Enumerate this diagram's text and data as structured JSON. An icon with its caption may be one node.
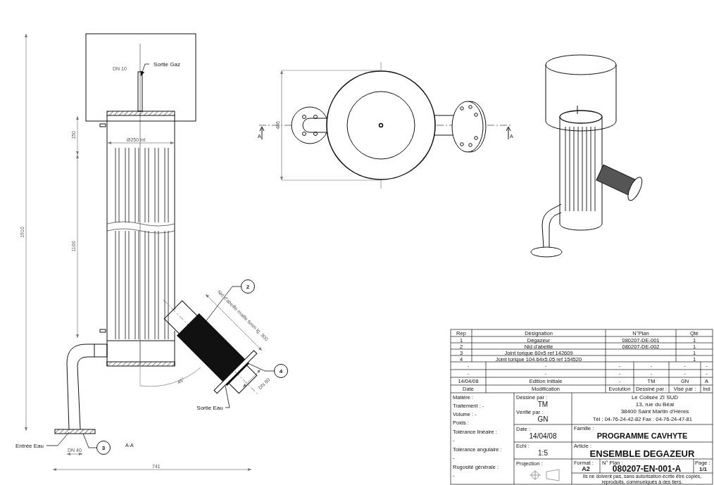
{
  "diagram": {
    "nodes": [
      {
        "text": [
          "Sortie Gaz"
        ]
      },
      {
        "text": [
          "2"
        ]
      },
      {
        "text": [
          "4"
        ]
      },
      {
        "text": [
          "Sortie Eau"
        ]
      },
      {
        "text": [
          "Entrée Eau"
        ]
      },
      {
        "text": [
          "3"
        ]
      }
    ],
    "edges": [
      {
        "from": 0,
        "to": null,
        "arrow": "to"
      },
      {
        "from": 1,
        "to": null,
        "arrow": "none"
      },
      {
        "from": 2,
        "to": null,
        "arrow": "none"
      },
      {
        "from": 3,
        "to": null,
        "arrow": "none"
      },
      {
        "from": 4,
        "to": null,
        "arrow": "none"
      },
      {
        "from": 5,
        "to": null,
        "arrow": "none"
      }
    ],
    "labels": [
      "DN 10",
      "150",
      "Ø250 int",
      "1100",
      "1910",
      "Nid d'abeille maille 6mm lg. 300",
      "45°",
      "DN 80",
      "DN 40",
      "A-A",
      "741",
      "486",
      "A",
      "A",
      "Rep",
      "Désignation",
      "N°Plan",
      "Qté",
      "1",
      "Dégazeur",
      "080207-DE-001",
      "1",
      "2",
      "Nid d'abeille",
      "080207-DE-002",
      "1",
      "3",
      "Joint torique 60x5 ref 142609",
      "1",
      "4",
      "Joint torique 104.64x5.05 ref 154520",
      "1",
      "-",
      "-",
      "-",
      "-",
      "-",
      "-",
      "-",
      "-",
      "-",
      "-",
      "-",
      "-",
      "14/04/08",
      "Edition Initiale",
      "-",
      "TM",
      "GN",
      "A",
      "Date",
      "Modification",
      "Evolution",
      "Dessiné par :",
      "Visé par :",
      "Ind",
      "Matière :",
      "Traitement : -",
      "Volume : -",
      "Poids :",
      "Tolérance linéaire :",
      "-",
      "Tolérance angulaire :",
      "-",
      "Rugosité générale :",
      "-",
      "Dessiné par :",
      "TM",
      "Vérifié par :",
      "GN",
      "Date :",
      "14/04/08",
      "Echl :",
      "1:5",
      "Projection :",
      "Le Colisée ZI SUD",
      "13, rue du Béal",
      "38400 Saint Martin d'Hères",
      "Tél : 04-76-24-42-82 Fax : 04-76-24-47-81",
      "Famille :",
      "PROGRAMME CAVHYTE",
      "Article :",
      "ENSEMBLE DEGAZEUR",
      "Format :",
      "A2",
      "N° Plan :",
      "080207-EN-001-A",
      "Page :",
      "1/1",
      "Ils ne doivent pas, sans autorisation écrite être copiés, reproduits, communiqués à des tiers."
    ]
  }
}
